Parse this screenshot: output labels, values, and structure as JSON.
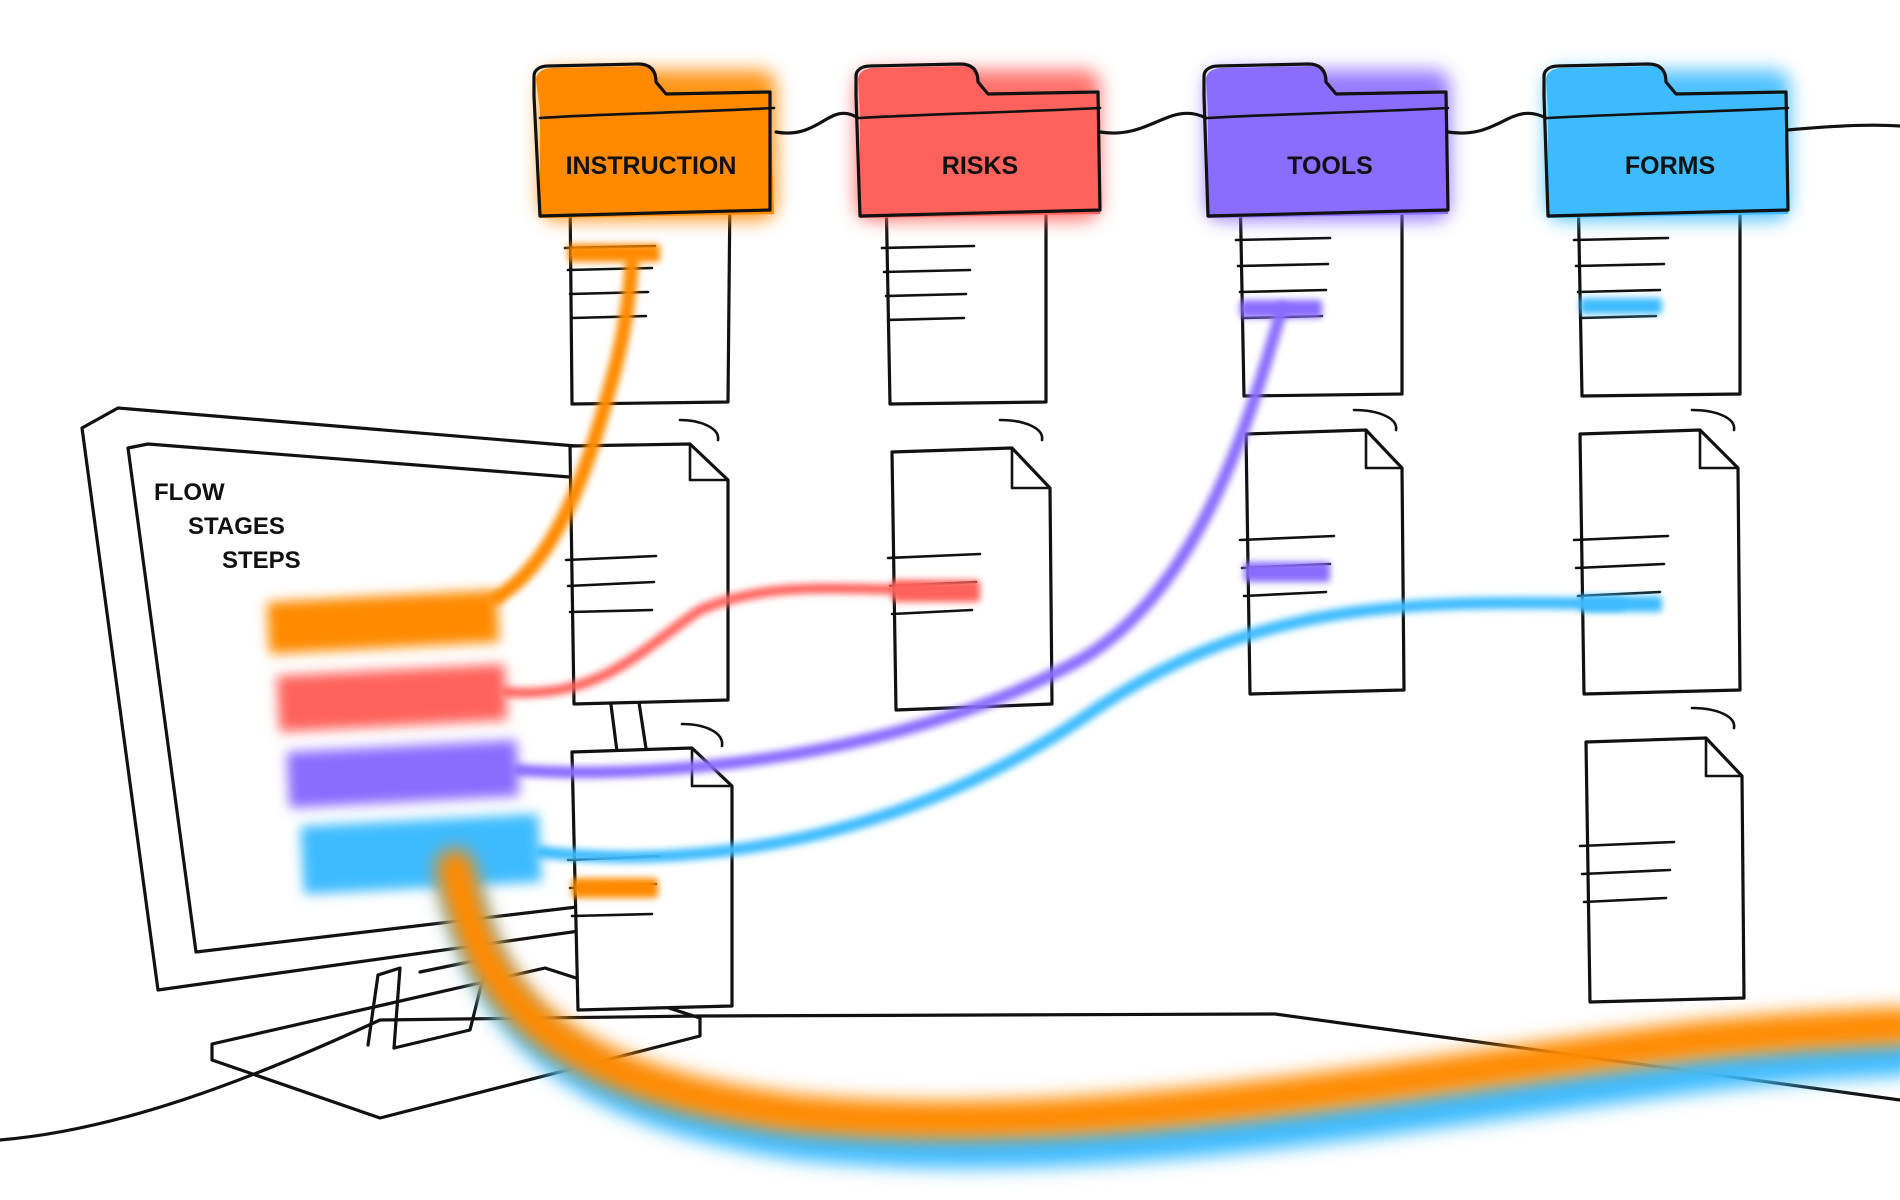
{
  "screen": {
    "levels": [
      "FLOW",
      "STAGES",
      "STEPS"
    ]
  },
  "folders": [
    {
      "label": "INSTRUCTION",
      "color": "#FF8A00"
    },
    {
      "label": "RISKS",
      "color": "#FF625C"
    },
    {
      "label": "TOOLS",
      "color": "#8A6CFF"
    },
    {
      "label": "FORMS",
      "color": "#3EBBFF"
    }
  ],
  "colors": {
    "ink": "#111111",
    "background": "#ffffff"
  }
}
